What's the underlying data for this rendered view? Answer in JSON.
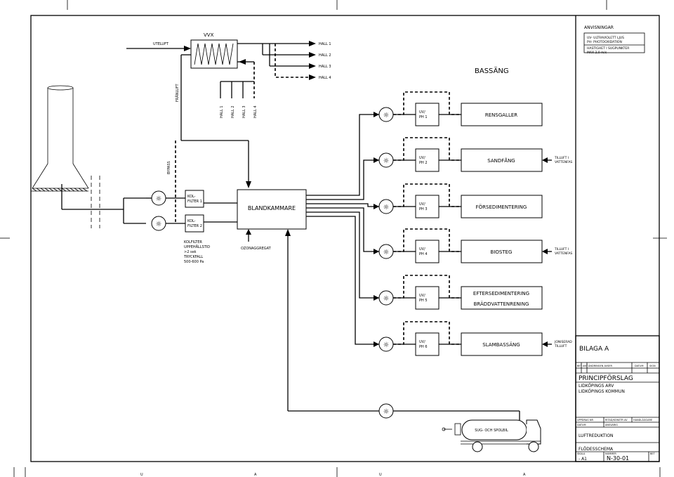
{
  "diagram": {
    "vvx": "VVX",
    "uteluft": "UTELUFT",
    "franluft": "FRÅNLUFT",
    "bypass": "BYPASS",
    "supply_halls": [
      "HALL 1",
      "HALL 2",
      "HALL 3",
      "HALL 4"
    ],
    "return_halls": [
      "HALL 1",
      "HALL 2",
      "HALL 3",
      "HALL 4"
    ],
    "bassang": "BASSÄNG",
    "kolfilter_1": [
      "KOL-",
      "FILTER 1"
    ],
    "kolfilter_2": [
      "KOL-",
      "FILTER 2"
    ],
    "kolfilter_notes": [
      "KOLFILTER",
      "UPPEHÅLLSTID",
      ">2 sek",
      "TRYCKFALL",
      "500-600 Pa"
    ],
    "blandkammare": "BLANDKAMMARE",
    "ozonaggregat": "OZONAGGREGAT",
    "uv_units": [
      [
        "UV/",
        "PH 1"
      ],
      [
        "UV/",
        "PH 2"
      ],
      [
        "UV/",
        "PH 3"
      ],
      [
        "UV/",
        "PH 4"
      ],
      [
        "UV/",
        "PH 5"
      ],
      [
        "UV/",
        "PH 6"
      ]
    ],
    "stages": [
      {
        "lines": [
          "RENSGALLER"
        ],
        "supply": []
      },
      {
        "lines": [
          "SANDFÅNG"
        ],
        "supply": [
          "TILLUFT I",
          "VATTENFAS"
        ]
      },
      {
        "lines": [
          "FÖRSEDIMENTERING"
        ],
        "supply": []
      },
      {
        "lines": [
          "BIOSTEG"
        ],
        "supply": [
          "TILLUFT I",
          "VATTENFAS"
        ]
      },
      {
        "lines": [
          "EFTERSEDIMENTERING",
          "BRÄDDVATTENRENING"
        ],
        "supply": []
      },
      {
        "lines": [
          "SLAMBASSÄNG"
        ],
        "supply": [
          "JONISERAD",
          "TILLUFT"
        ]
      }
    ],
    "truck_label": "SUG- OCH SPOLBIL"
  },
  "anvisningar": {
    "title": "ANVISNINGAR",
    "legend": [
      "UV- ULTRAVIOLETT LJUS",
      "PH- PHOTOOXIDATION"
    ],
    "note": [
      "HASTIGHET I SUGPUNKTER",
      "MAX 2,0 m/s"
    ]
  },
  "title_block": {
    "bilaga": "BILAGA A",
    "rev_headers": [
      "BET",
      "ANT",
      "ÄNDRINGEN AVSER",
      "DATUM",
      "SIGN"
    ],
    "heading": "PRINCIPFÖRSLAG",
    "client": [
      "LIDKÖPINGS ARV",
      "LIDKÖPINGS KOMMUN"
    ],
    "labels": {
      "uppdrag": "UPPDRAG NR",
      "ritad": "RITAD/KONSTR AV",
      "handlaggare": "HANDLÄGGARE",
      "datum": "DATUM",
      "ansvarig": "ANSVARIG",
      "skala": "SKALA",
      "nummer": "NUMMER",
      "bet": "BET"
    },
    "project": "LUFTREDUKTION",
    "drawing_type": "FLÖDESSCHEMA",
    "scale": "- A1",
    "number": "N-30-01"
  },
  "margin_marks": [
    "U",
    "A",
    "U",
    "A"
  ]
}
